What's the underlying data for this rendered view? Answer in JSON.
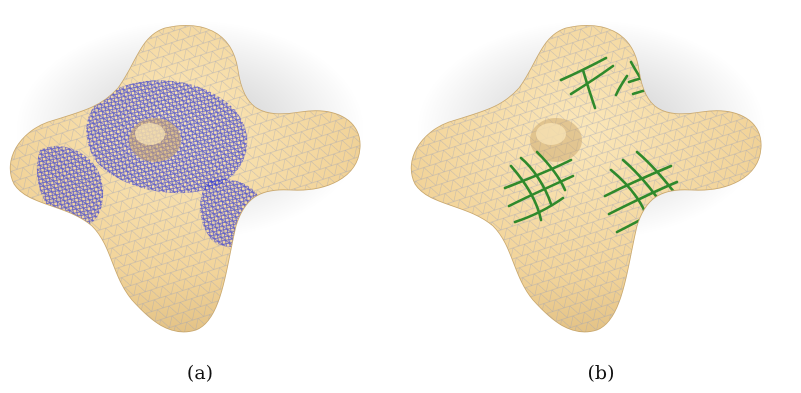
{
  "figure": {
    "panels": [
      {
        "caption": "(a)",
        "surface_color": "#f2d49a",
        "mesh_color": "#9a9fb8",
        "overlay_color": "#3a3fd0",
        "overlay_kind": "dense blue hatching on saddle regions"
      },
      {
        "caption": "(b)",
        "surface_color": "#f2d49a",
        "mesh_color": "#9a9fb8",
        "overlay_color": "#2f8a2c",
        "overlay_kind": "sparse green strokes on saddle regions"
      }
    ]
  }
}
